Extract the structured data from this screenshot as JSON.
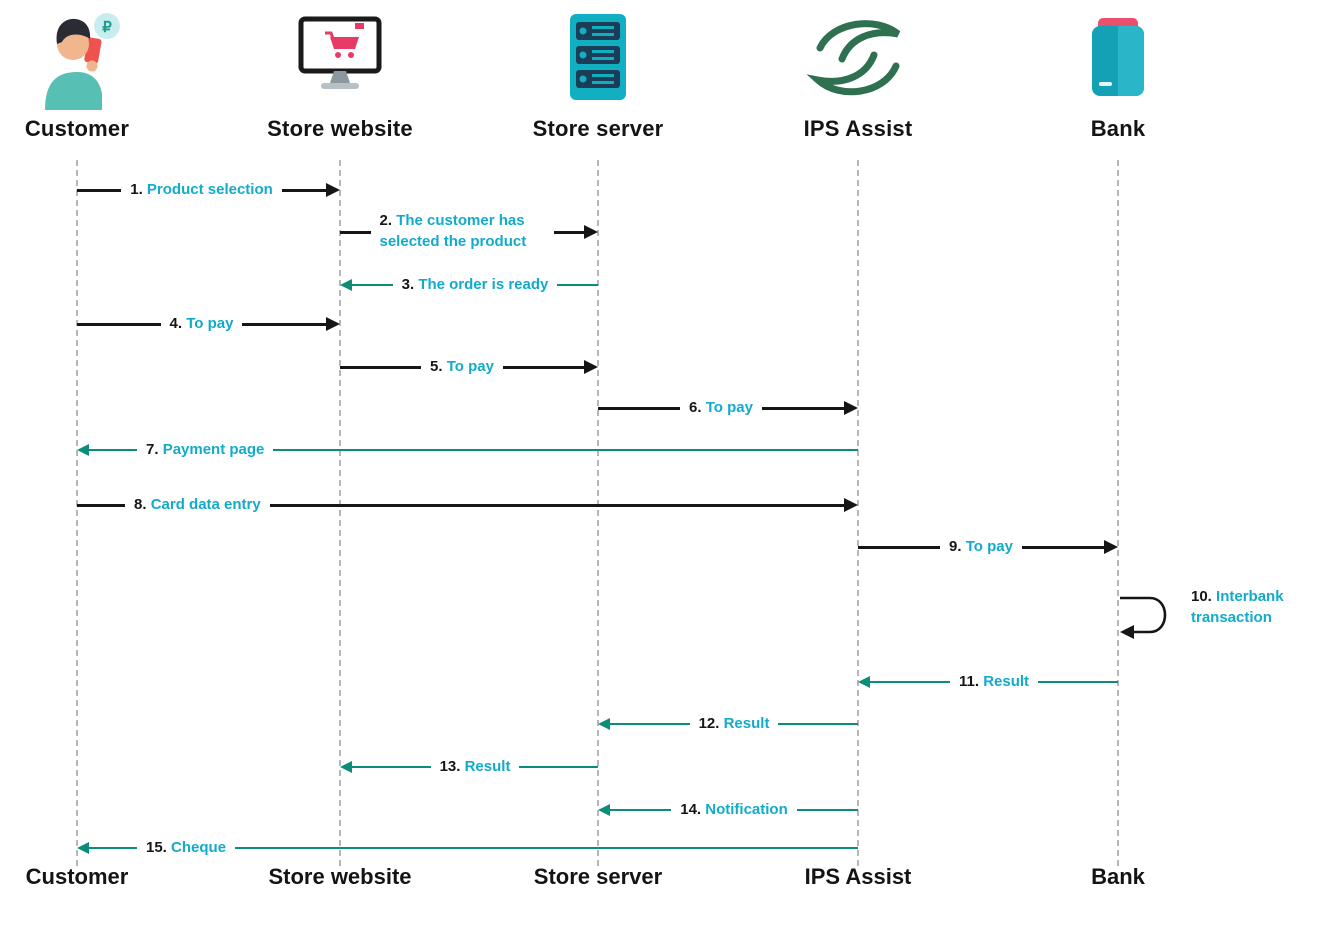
{
  "participants": [
    {
      "id": "customer",
      "label": "Customer",
      "icon": "customer-icon"
    },
    {
      "id": "store-website",
      "label": "Store website",
      "icon": "store-website-icon"
    },
    {
      "id": "store-server",
      "label": "Store server",
      "icon": "store-server-icon"
    },
    {
      "id": "ips-assist",
      "label": "IPS Assist",
      "icon": "ips-assist-icon"
    },
    {
      "id": "bank",
      "label": "Bank",
      "icon": "bank-icon"
    }
  ],
  "icons": {
    "ruble_symbol": "₽"
  },
  "messages": [
    {
      "num": "1.",
      "text": "Product selection",
      "from": "customer",
      "to": "store-website",
      "kind": "request"
    },
    {
      "num": "2.",
      "text": "The customer has selected the product",
      "from": "store-website",
      "to": "store-server",
      "kind": "request"
    },
    {
      "num": "3.",
      "text": "The order is ready",
      "from": "store-server",
      "to": "store-website",
      "kind": "response"
    },
    {
      "num": "4.",
      "text": "To pay",
      "from": "customer",
      "to": "store-website",
      "kind": "request"
    },
    {
      "num": "5.",
      "text": "To pay",
      "from": "store-website",
      "to": "store-server",
      "kind": "request"
    },
    {
      "num": "6.",
      "text": "To pay",
      "from": "store-server",
      "to": "ips-assist",
      "kind": "request"
    },
    {
      "num": "7.",
      "text": "Payment page",
      "from": "ips-assist",
      "to": "customer",
      "kind": "response"
    },
    {
      "num": "8.",
      "text": "Card data entry",
      "from": "customer",
      "to": "ips-assist",
      "kind": "request"
    },
    {
      "num": "9.",
      "text": "To pay",
      "from": "ips-assist",
      "to": "bank",
      "kind": "request"
    },
    {
      "num": "10.",
      "text": "Interbank transaction",
      "from": "bank",
      "to": "bank",
      "kind": "self"
    },
    {
      "num": "11.",
      "text": "Result",
      "from": "bank",
      "to": "ips-assist",
      "kind": "response"
    },
    {
      "num": "12.",
      "text": "Result",
      "from": "ips-assist",
      "to": "store-server",
      "kind": "response"
    },
    {
      "num": "13.",
      "text": "Result",
      "from": "store-server",
      "to": "store-website",
      "kind": "response"
    },
    {
      "num": "14.",
      "text": "Notification",
      "from": "ips-assist",
      "to": "store-server",
      "kind": "response"
    },
    {
      "num": "15.",
      "text": "Cheque",
      "from": "ips-assist",
      "to": "customer",
      "kind": "response"
    }
  ],
  "colors": {
    "request": "#161616",
    "response": "#0c8d77",
    "label_text": "#12abca",
    "label_number": "#161616"
  }
}
